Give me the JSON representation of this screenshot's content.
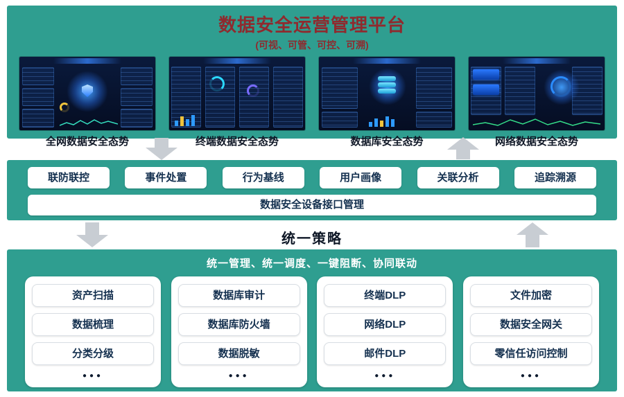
{
  "colors": {
    "teal_background": "#2f9e90",
    "title_red": "#8f2a2e",
    "arrow_gray": "#c8cdd3",
    "dark_text": "#14304f"
  },
  "header": {
    "title": "数据安全运营管理平台",
    "subtitle": "(可视、可管、可控、可溯)",
    "dashboards": [
      {
        "label": "全网数据安全态势"
      },
      {
        "label": "终端数据安全态势"
      },
      {
        "label": "数据库安全态势"
      },
      {
        "label": "网络数据安全态势"
      }
    ]
  },
  "middle": {
    "buttons": [
      {
        "label": "联防联控"
      },
      {
        "label": "事件处置"
      },
      {
        "label": "行为基线"
      },
      {
        "label": "用户画像"
      },
      {
        "label": "关联分析"
      },
      {
        "label": "追踪溯源"
      }
    ],
    "interface_bar": "数据安全设备接口管理"
  },
  "strategy_label": "统一策略",
  "bottom": {
    "header": "统一管理、统一调度、一键阻断、协同联动",
    "more": "●●●",
    "columns": [
      {
        "items": [
          "资产扫描",
          "数据梳理",
          "分类分级"
        ]
      },
      {
        "items": [
          "数据库审计",
          "数据库防火墙",
          "数据脱敏"
        ]
      },
      {
        "items": [
          "终端DLP",
          "网络DLP",
          "邮件DLP"
        ]
      },
      {
        "items": [
          "文件加密",
          "数据安全网关",
          "零信任访问控制"
        ]
      }
    ]
  }
}
